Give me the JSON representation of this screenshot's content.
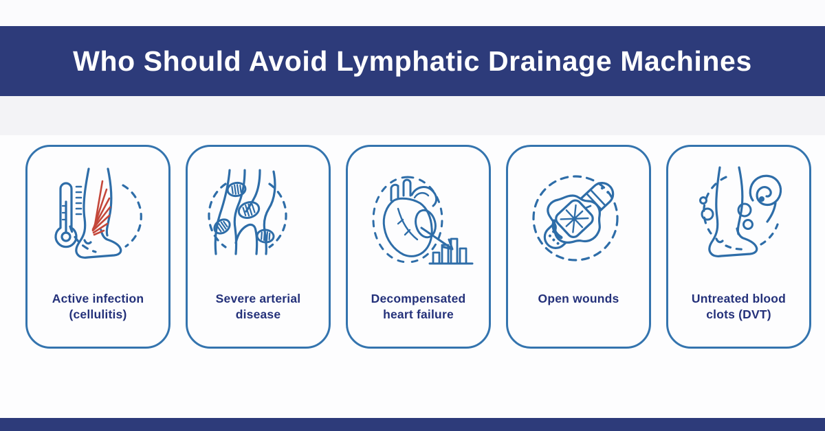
{
  "header": {
    "title": "Who Should Avoid Lymphatic Drainage Machines"
  },
  "cards": [
    {
      "line1": "Active infection",
      "line2": "(cellulitis)",
      "icon": "thermometer-infected-leg-icon"
    },
    {
      "line1": "Severe arterial",
      "line2": "disease",
      "icon": "clogged-artery-icon"
    },
    {
      "line1": "Decompensated",
      "line2": "heart failure",
      "icon": "failing-heart-declining-chart-icon"
    },
    {
      "line1": "Open wounds",
      "line2": "",
      "icon": "wound-with-bandages-icon"
    },
    {
      "line1": "Untreated blood",
      "line2": "clots (DVT)",
      "icon": "leg-blood-clots-icon"
    }
  ],
  "colors": {
    "header_bg": "#2d3b7a",
    "footer_bg": "#2d3b7a",
    "top_strip_bg": "#fbfbfd",
    "sub_band_bg": "#f3f3f6",
    "card_border": "#3474ae",
    "icon_stroke": "#2e6da8",
    "label_text": "#24317a",
    "title_text": "#ffffff",
    "infection_red": "#c4473a"
  }
}
